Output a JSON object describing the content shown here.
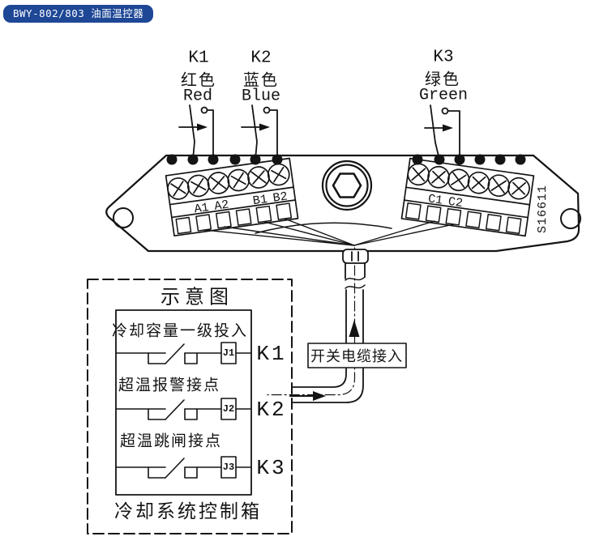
{
  "header": {
    "title": "BWY-802/803 油面温控器"
  },
  "colors": {
    "badge_bg": "#1e4796",
    "line": "#141414"
  },
  "switches": [
    {
      "id": "K1",
      "color_cn": "红色",
      "color_en": "Red"
    },
    {
      "id": "K2",
      "color_cn": "蓝色",
      "color_en": "Blue"
    },
    {
      "id": "K3",
      "color_cn": "绿色",
      "color_en": "Green"
    }
  ],
  "plate": {
    "serial": "S16611",
    "left_terminals": [
      "A1",
      "A2",
      "B1",
      "B2"
    ],
    "right_terminals": [
      "C1",
      "C2"
    ]
  },
  "schematic": {
    "title": "示意图",
    "rows": [
      {
        "desc": "冷却容量一级投入",
        "relay": "J1",
        "output": "K1"
      },
      {
        "desc": "超温报警接点",
        "relay": "J2",
        "output": "K2"
      },
      {
        "desc": "超温跳闸接点",
        "relay": "J3",
        "output": "K3"
      }
    ],
    "box_label": "冷却系统控制箱"
  },
  "cable": {
    "label": "开关电缆接入"
  }
}
